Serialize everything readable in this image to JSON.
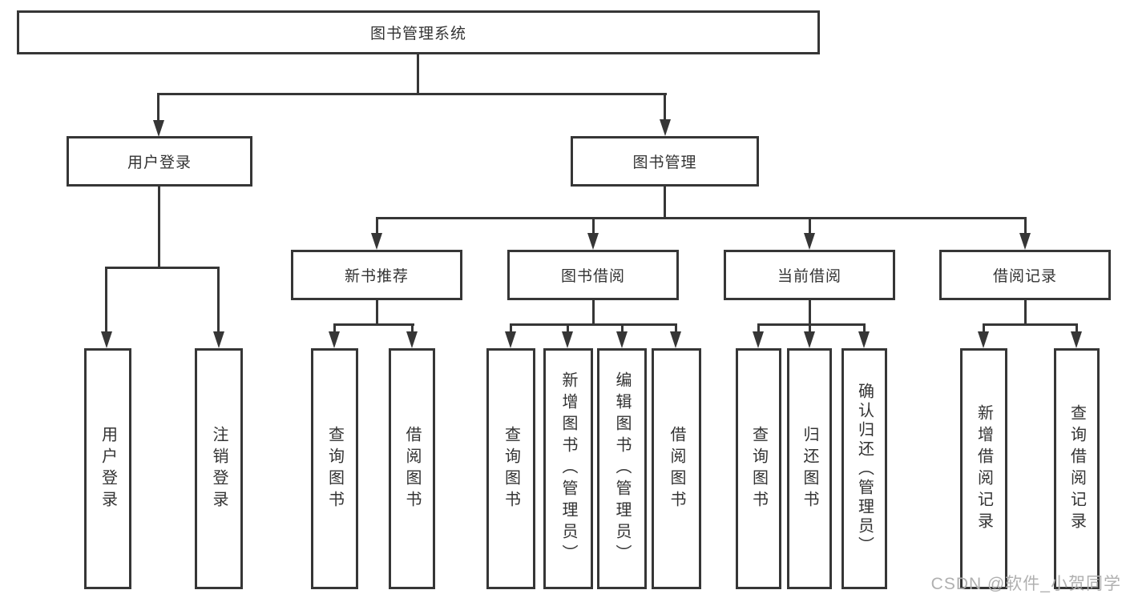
{
  "colors": {
    "line": "#363636",
    "text": "#333333",
    "watermark": "#b0b0b0",
    "background": "#ffffff"
  },
  "tree": {
    "root": {
      "label": "图书管理系统"
    },
    "branches": [
      {
        "label": "用户登录",
        "leaves": [
          {
            "label": "用户登录"
          },
          {
            "label": "注销登录"
          }
        ]
      },
      {
        "label": "图书管理",
        "groups": [
          {
            "label": "新书推荐",
            "leaves": [
              {
                "label": "查询图书"
              },
              {
                "label": "借阅图书"
              }
            ]
          },
          {
            "label": "图书借阅",
            "leaves": [
              {
                "label": "查询图书"
              },
              {
                "label": "新增图书（管理员）"
              },
              {
                "label": "编辑图书（管理员）"
              },
              {
                "label": "借阅图书"
              }
            ]
          },
          {
            "label": "当前借阅",
            "leaves": [
              {
                "label": "查询图书"
              },
              {
                "label": "归还图书"
              },
              {
                "label": "确认归还（管理员）"
              }
            ]
          },
          {
            "label": "借阅记录",
            "leaves": [
              {
                "label": "新增借阅记录"
              },
              {
                "label": "查询借阅记录"
              }
            ]
          }
        ]
      }
    ]
  },
  "watermark": {
    "text": "CSDN @软件_小贺同学"
  }
}
